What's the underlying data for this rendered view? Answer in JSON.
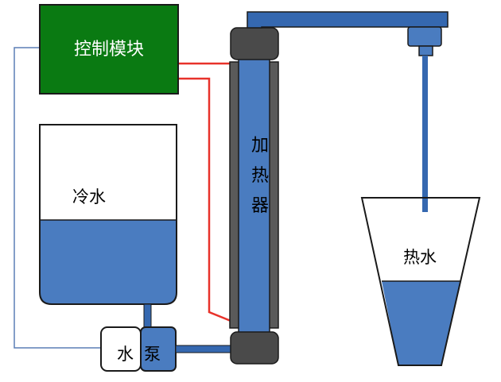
{
  "controller": {
    "label": "控制模块"
  },
  "cold_tank": {
    "label": "冷水"
  },
  "pump": {
    "label_left": "水",
    "label_right": "泵"
  },
  "heater": {
    "chars": [
      "加",
      "热",
      "器"
    ]
  },
  "hot_cup": {
    "label": "热水"
  },
  "colors": {
    "controller_fill": "#0a7a12",
    "water_blue": "#4a7cc0",
    "pipe_blue": "#3568b0",
    "wire_red": "#e8322a",
    "cap_dark": "#4a4a4a",
    "signal_line": "#5b7fb5"
  }
}
